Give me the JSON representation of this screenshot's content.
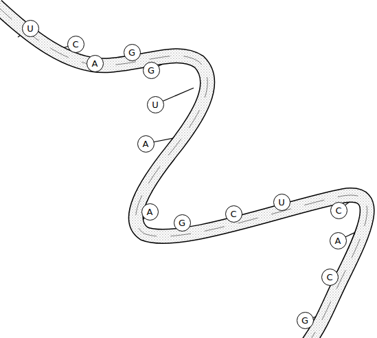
{
  "diagram": {
    "nodes": [
      {
        "text": [
          "U"
        ]
      },
      {
        "text": [
          "C"
        ]
      },
      {
        "text": [
          "A"
        ]
      },
      {
        "text": [
          "G"
        ]
      },
      {
        "text": [
          "G"
        ]
      },
      {
        "text": [
          "U"
        ]
      },
      {
        "text": [
          "A"
        ]
      },
      {
        "text": [
          "A"
        ]
      },
      {
        "text": [
          "G"
        ]
      },
      {
        "text": [
          "C"
        ]
      },
      {
        "text": [
          "U"
        ]
      },
      {
        "text": [
          "C"
        ]
      },
      {
        "text": [
          "A"
        ]
      },
      {
        "text": [
          "C"
        ]
      },
      {
        "text": [
          "G"
        ]
      }
    ]
  }
}
